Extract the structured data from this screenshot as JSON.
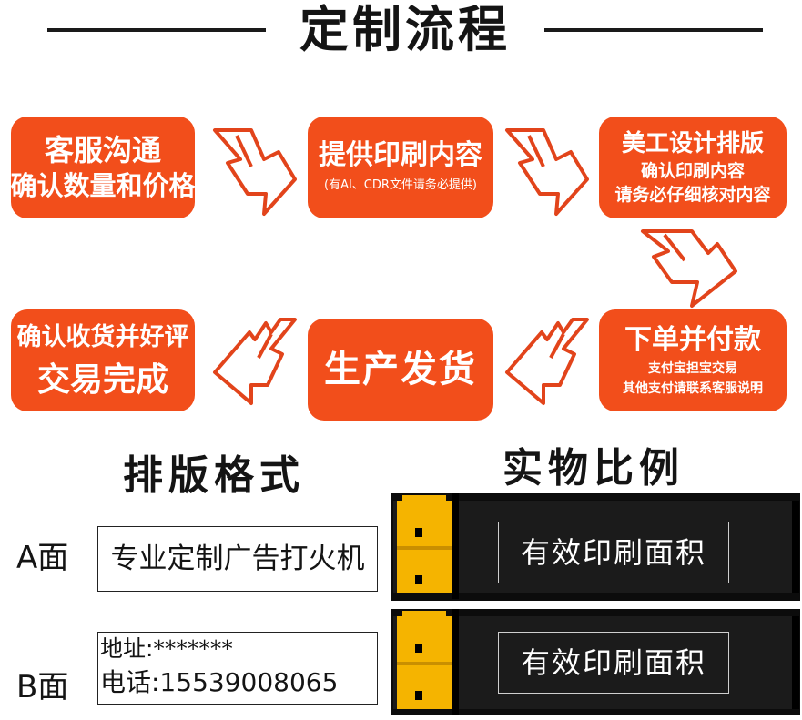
{
  "title": "定制流程",
  "steps": [
    {
      "line1": "客服沟通",
      "line2": "确认数量和价格"
    },
    {
      "line1": "提供印刷内容",
      "line2": "(有AI、CDR文件请务必提供)"
    },
    {
      "line1": "美工设计排版",
      "line2": "确认印刷内容",
      "line3": "请务必仔细核对内容"
    },
    {
      "line1": "下单并付款",
      "line2": "支付宝担宝交易",
      "line3": "其他支付请联系客服说明"
    },
    {
      "line1": "生产发货"
    },
    {
      "line1": "确认收货并好评",
      "line2": "交易完成"
    }
  ],
  "layout_section": {
    "title": "排版格式",
    "a_label": "A面",
    "a_text": "专业定制广告打火机",
    "b_label": "B面",
    "b_line1": "地址:*******",
    "b_line2": "电话:15539008065"
  },
  "scale_section": {
    "title": "实物比例",
    "print_area_1": "有效印刷面积",
    "print_area_2": "有效印刷面积"
  },
  "colors": {
    "accent": "#f24e1b",
    "text": "#141414",
    "lighter_body": "#111111",
    "lighter_cap": "#f5b400"
  },
  "icons": [
    "double-chevron-arrow-right",
    "double-chevron-arrow-down",
    "double-chevron-arrow-left"
  ]
}
